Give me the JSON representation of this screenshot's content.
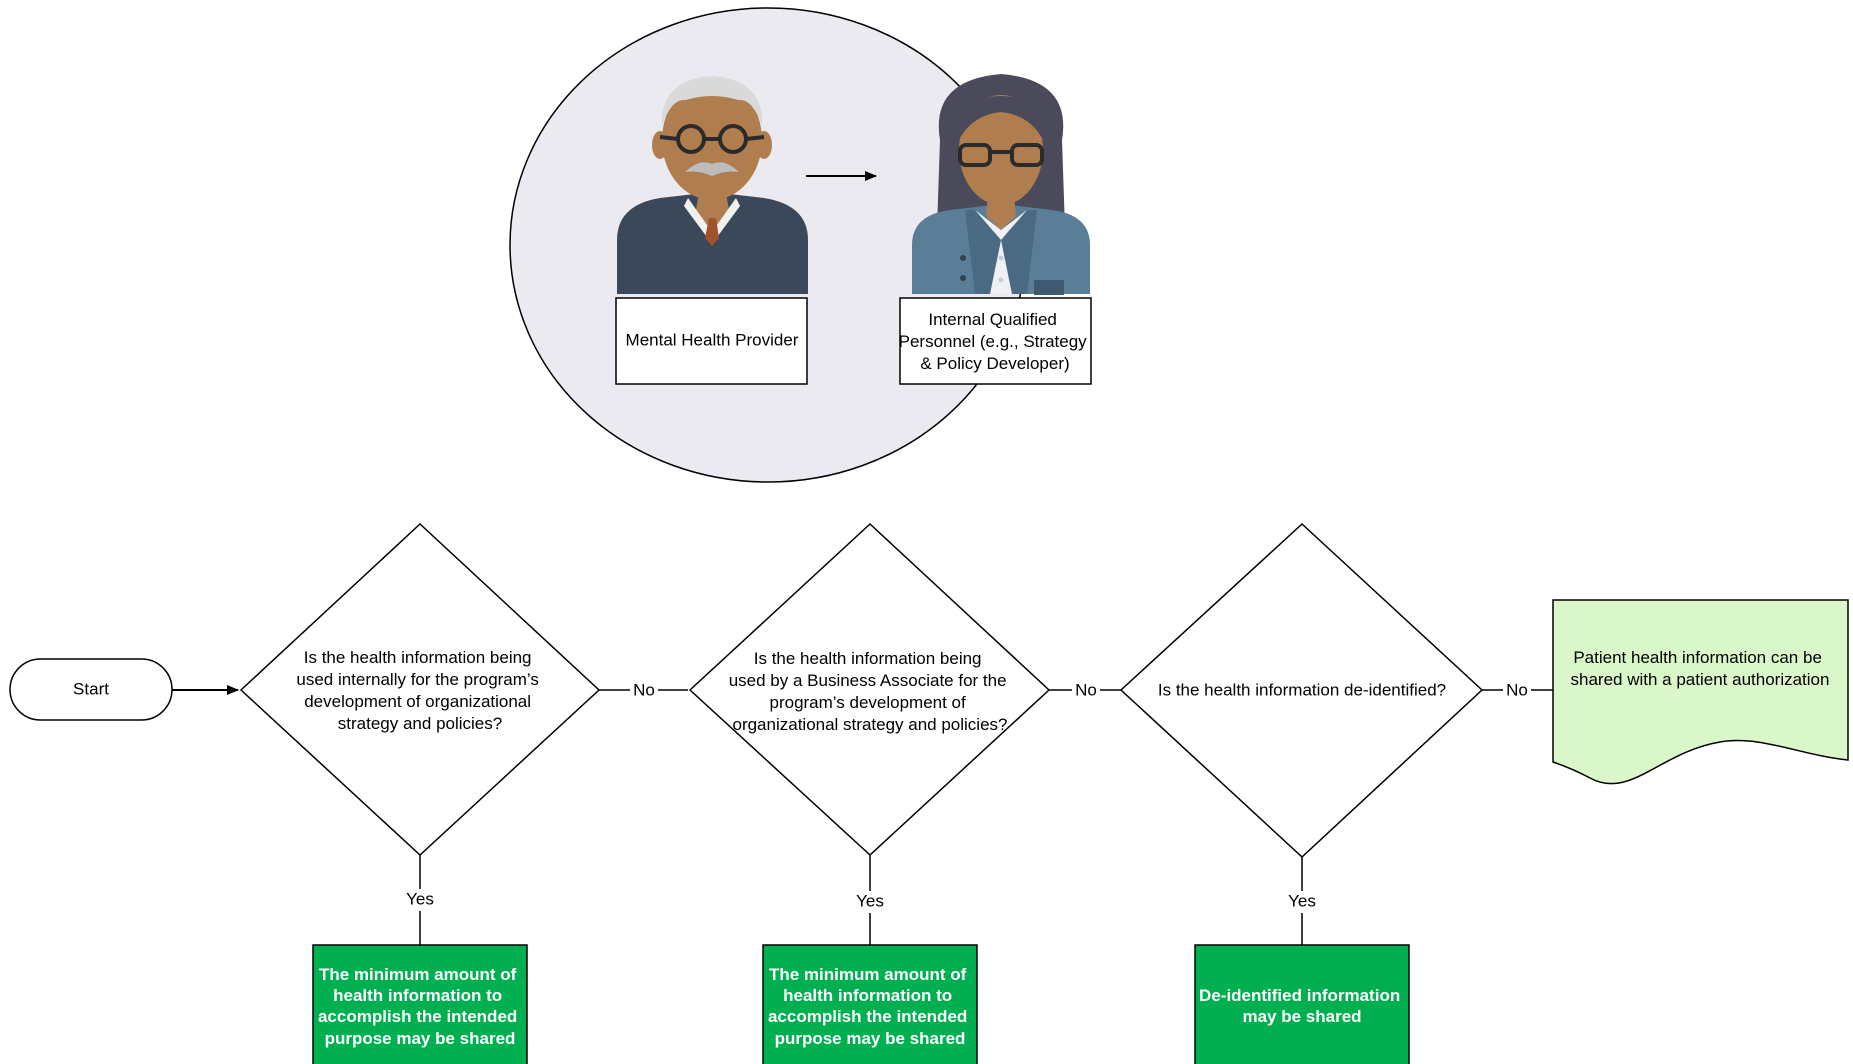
{
  "actors": {
    "from": "Mental Health Provider",
    "to_lines": [
      "Internal Qualified",
      "Personnel (e.g., Strategy",
      "& Policy Developer)"
    ]
  },
  "start": "Start",
  "decisions": [
    {
      "lines": [
        "Is the health information being",
        "used internally for the program’s",
        "development of organizational",
        "strategy and policies?"
      ]
    },
    {
      "lines": [
        "Is the health information being",
        "used by a Business Associate for the",
        "program’s development of",
        "organizational strategy and policies?"
      ]
    },
    {
      "lines": [
        "Is the health information de-identified?"
      ]
    }
  ],
  "edge_labels": {
    "no": "No",
    "yes": "Yes"
  },
  "outcomes": [
    {
      "lines": [
        "The minimum amount of",
        "health information to",
        "accomplish the intended",
        "purpose may be shared"
      ]
    },
    {
      "lines": [
        "The minimum amount of",
        "health information to",
        "accomplish the intended",
        "purpose may be shared"
      ]
    },
    {
      "lines": [
        "De-identified information",
        "may be shared"
      ]
    }
  ],
  "final_document": {
    "lines": [
      "Patient health information can be",
      "shared with a patient authorization"
    ]
  },
  "colors": {
    "ellipse_fill": "#eceaf1",
    "outcome_green": "#00b050",
    "document_fill": "#d9f7c9",
    "skin": "#b07d4f",
    "provider_sweater": "#3b4859",
    "personnel_jacket": "#5a7d98",
    "hair_dark": "#4a4a5a"
  }
}
